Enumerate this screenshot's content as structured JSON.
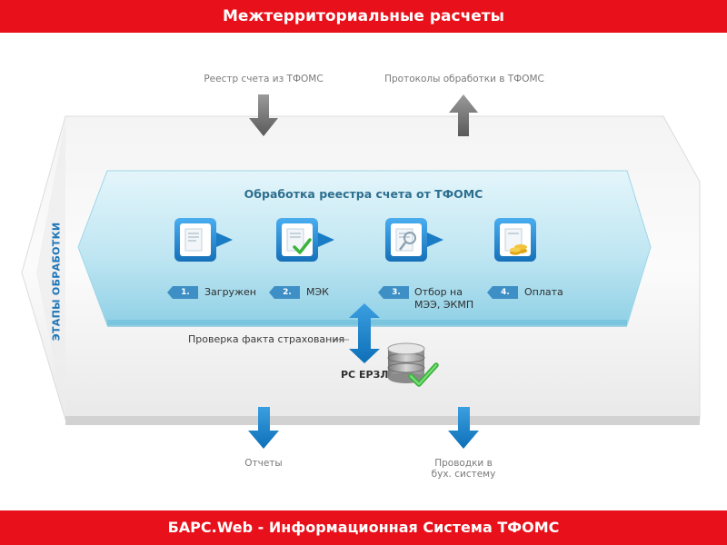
{
  "header": {
    "title": "Межтерриториальные расчеты"
  },
  "footer": {
    "title": "БАРС.Web - Информационная Система ТФОМС"
  },
  "inputs": {
    "registry_from_tfoms": "Реестр счета из ТФОМС",
    "protocols_to_tfoms": "Протоколы обработки в ТФОМС"
  },
  "stages_label": "ЭТАПЫ ОБРАБОТКИ",
  "processing": {
    "title": "Обработка реестра счета от ТФОМС",
    "steps": [
      {
        "num": "1.",
        "label": "Загружен",
        "icon": "document-icon"
      },
      {
        "num": "2.",
        "label": "МЭК",
        "icon": "document-check-icon"
      },
      {
        "num": "3.",
        "label": "Отбор на МЭЭ, ЭКМП",
        "label_line1": "Отбор на",
        "label_line2": "МЭЭ, ЭКМП",
        "icon": "document-magnifier-icon"
      },
      {
        "num": "4.",
        "label": "Оплата",
        "icon": "document-coins-icon"
      }
    ]
  },
  "insurance_check": "Проверка факта страхования",
  "database": {
    "label": "РС ЕРЗЛ",
    "icon": "database-check-icon"
  },
  "outputs": {
    "reports": "Отчеты",
    "postings_line1": "Проводки в",
    "postings_line2": "бух. систему"
  },
  "colors": {
    "brand_red": "#e8101a",
    "accent_blue": "#1f76b8",
    "banner_cyan": "#bfe6f2",
    "check_green": "#3cb33c"
  }
}
